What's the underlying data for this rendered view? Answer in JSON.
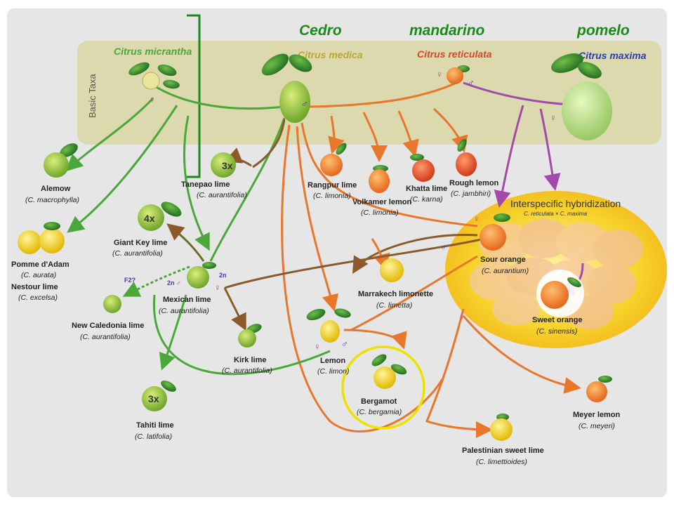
{
  "colors": {
    "panel_bg": "#e6e6e6",
    "basic_taxa_band": "#d9d6a3",
    "green_line": "#4aa83a",
    "orange_line": "#e8762b",
    "brown_line": "#8b5a2b",
    "purple_line": "#a14aa8",
    "hybrid_zone": "#f7d22b",
    "highlight_ring": "#f0e000",
    "bracket": "#1a8a1a"
  },
  "header": {
    "cedro": "Cedro",
    "mandarino": "mandarino",
    "pomelo": "pomelo"
  },
  "basic_taxa": {
    "label": "Basic Taxa",
    "micrantha": "Citrus micrantha",
    "medica": "Citrus medica",
    "reticulata": "Citrus reticulata",
    "maxima": "Citrus maxima"
  },
  "hybrid_zone": {
    "title": "Interspecific hybridization",
    "subtitle": "C. reticulata × C. maxima"
  },
  "symbols": {
    "male": "♂",
    "female": "♀",
    "f2": "F2?",
    "two_n_male": "2n ♂",
    "two_n": "2n",
    "three_x": "3x",
    "four_x": "4x"
  },
  "species": {
    "alemow": {
      "name": "Alemow",
      "sci": "(C. macrophylla)"
    },
    "pomme_adam": {
      "name": "Pomme d'Adam",
      "sci": "(C. aurata)"
    },
    "nestour": {
      "name": "Nestour lime",
      "sci": "(C. excelsa)"
    },
    "tanepao": {
      "name": "Tanepao lime",
      "sci": "(C. aurantifolia)"
    },
    "giant_key": {
      "name": "Giant Key lime",
      "sci": "(C. aurantifolia)"
    },
    "mexican": {
      "name": "Mexican lime",
      "sci": "(C. aurantifolia)"
    },
    "new_caledonia": {
      "name": "New Caledonia lime",
      "sci": "(C. aurantifolia)"
    },
    "kirk": {
      "name": "Kirk lime",
      "sci": "(C. aurantifolia)"
    },
    "tahiti": {
      "name": "Tahiti lime",
      "sci": "(C. latifolia)"
    },
    "rangpur": {
      "name": "Rangpur lime",
      "sci": "(C. limonia)"
    },
    "volkamer": {
      "name": "Volkamer lemon",
      "sci": "(C. limonia)"
    },
    "khatta": {
      "name": "Khatta lime",
      "sci": "(C. karna)"
    },
    "rough": {
      "name": "Rough lemon",
      "sci": "(C. jambhiri)"
    },
    "marrakech": {
      "name": "Marrakech limonette",
      "sci": "(C. limetta)"
    },
    "lemon": {
      "name": "Lemon",
      "sci": "(C. limon)"
    },
    "bergamot": {
      "name": "Bergamot",
      "sci": "(C. bergamia)"
    },
    "sour_orange": {
      "name": "Sour orange",
      "sci": "(C. aurantium)"
    },
    "sweet_orange": {
      "name": "Sweet orange",
      "sci": "(C. sinensis)"
    },
    "meyer": {
      "name": "Meyer lemon",
      "sci": "(C. meyeri)"
    },
    "palestinian": {
      "name": "Palestinian sweet lime",
      "sci": "(C. limettioides)"
    }
  }
}
